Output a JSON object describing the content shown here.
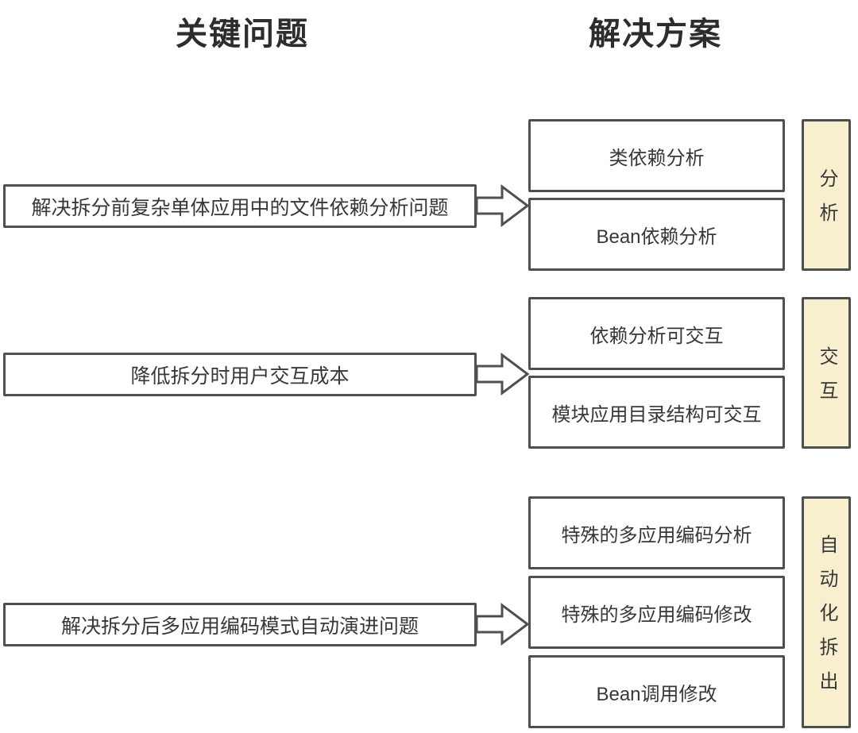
{
  "headers": {
    "problems": "关键问题",
    "solutions": "解决方案"
  },
  "colors": {
    "box_border": "#4f4f4f",
    "box_background": "#ffffff",
    "label_background": "#f7efce",
    "text": "#383838",
    "heading_text": "#2d2d2d"
  },
  "groups": [
    {
      "problem": "解决拆分前复杂单体应用中的文件依赖分析问题",
      "solutions": [
        "类依赖分析",
        "Bean依赖分析"
      ],
      "label": "分析"
    },
    {
      "problem": "降低拆分时用户交互成本",
      "solutions": [
        "依赖分析可交互",
        "模块应用目录结构可交互"
      ],
      "label": "交互"
    },
    {
      "problem": "解决拆分后多应用编码模式自动演进问题",
      "solutions": [
        "特殊的多应用编码分析",
        "特殊的多应用编码修改",
        "Bean调用修改"
      ],
      "label": "自动化拆出"
    }
  ]
}
